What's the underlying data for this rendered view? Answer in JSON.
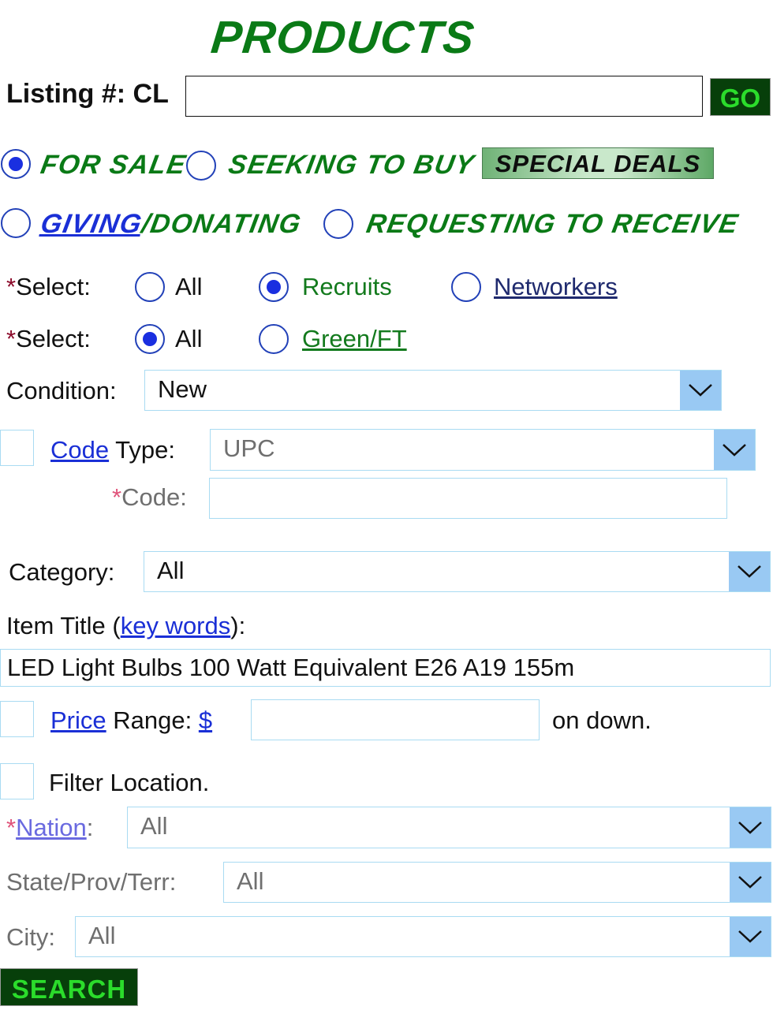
{
  "header": {
    "title": "PRODUCTS"
  },
  "listing": {
    "label": "Listing #: CL",
    "value": "",
    "go_label": "GO"
  },
  "listing_type": {
    "for_sale": "FOR SALE",
    "seeking": "SEEKING TO BUY",
    "special_deals": "SPECIAL DEALS",
    "giving": "GIVING",
    "donating": "/DONATING",
    "requesting": "REQUESTING TO RECEIVE"
  },
  "select1": {
    "label": "Select:",
    "req_mark": "*",
    "opt_all": "All",
    "opt_recruits": "Recruits",
    "opt_networkers": "Networkers"
  },
  "select2": {
    "label": "Select:",
    "req_mark": "*",
    "opt_all": "All",
    "opt_green": "Green/FT"
  },
  "condition": {
    "label": "Condition:",
    "value": "New"
  },
  "code_type": {
    "link": "Code",
    "label": " Type:",
    "value": "UPC"
  },
  "code": {
    "req_mark": "*",
    "label": "Code:",
    "value": ""
  },
  "category": {
    "label": "Category:",
    "value": "All"
  },
  "item_title": {
    "label_pre": "Item Title (",
    "link": "key words",
    "label_post": "):",
    "value": "LED Light Bulbs 100 Watt Equivalent E26 A19 155m"
  },
  "price": {
    "link": "Price",
    "label": " Range: ",
    "dollar_link": "$",
    "value": "",
    "suffix": "on down."
  },
  "filter_location": {
    "label": "Filter Location."
  },
  "nation": {
    "req_mark": "*",
    "link": "Nation",
    "colon": ":",
    "value": "All"
  },
  "state": {
    "label": "State/Prov/Terr:",
    "value": "All"
  },
  "city": {
    "label": "City:",
    "value": "All"
  },
  "search": {
    "label": "SEARCH"
  },
  "colors": {
    "title_green": "#0a7a16",
    "button_dark": "#073f0a",
    "button_text": "#2bdc2b",
    "caret_blue": "#99c9f3",
    "radio_fill": "#1a2fe0"
  }
}
